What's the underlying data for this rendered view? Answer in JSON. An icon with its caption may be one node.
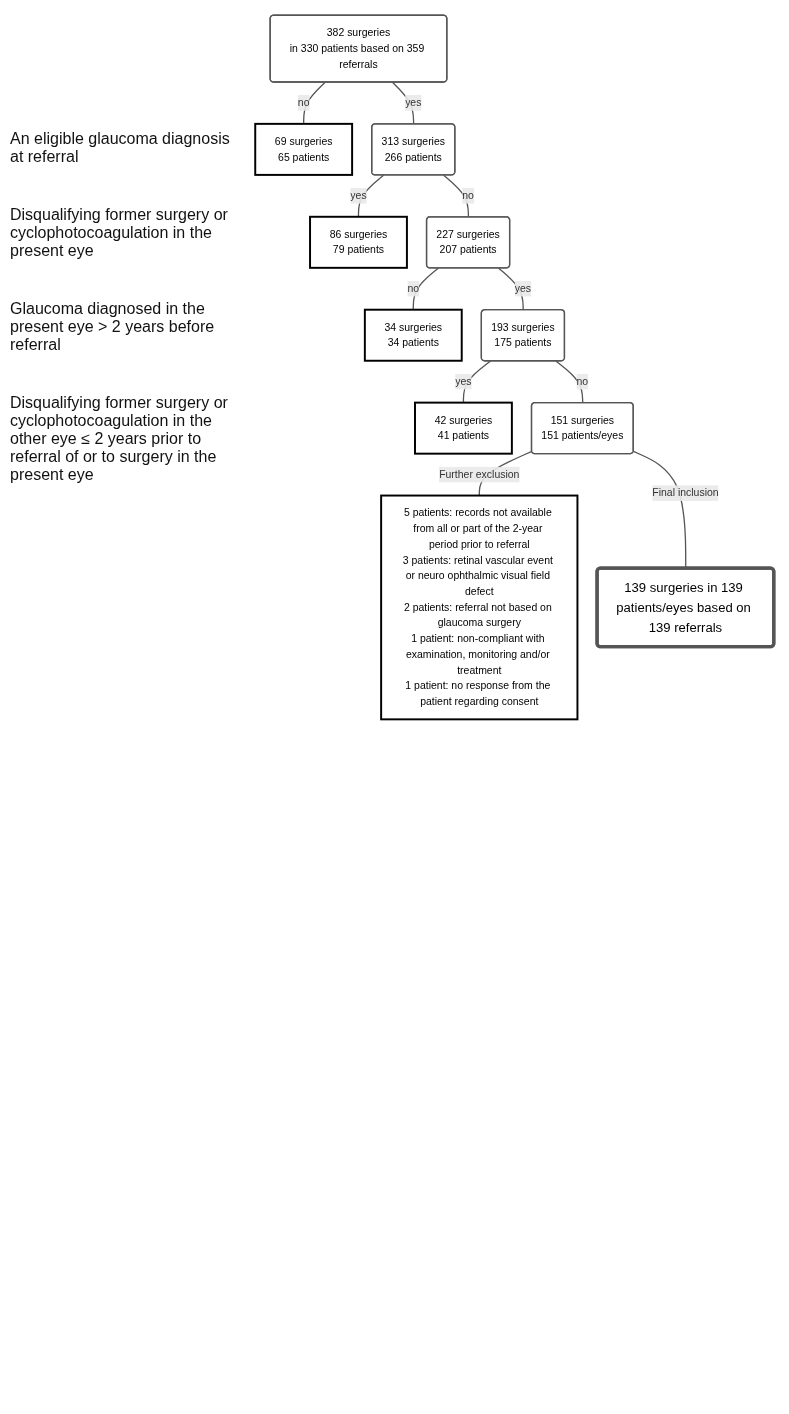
{
  "diagram": {
    "nodes": [
      {
        "text": [
          "382 surgeries",
          "in 330 patients based on 359 referrals"
        ]
      },
      {
        "text": [
          "69 surgeries",
          "65 patients"
        ]
      },
      {
        "text": [
          "313 surgeries",
          "266 patients"
        ]
      },
      {
        "text": [
          "86 surgeries",
          "79 patients"
        ]
      },
      {
        "text": [
          "227 surgeries",
          "207 patients"
        ]
      },
      {
        "text": [
          "34 surgeries",
          "34 patients"
        ]
      },
      {
        "text": [
          "193 surgeries",
          "175 patients"
        ]
      },
      {
        "text": [
          "42 surgeries",
          "41 patients"
        ]
      },
      {
        "text": [
          "151 surgeries",
          "151 patients/eyes"
        ]
      },
      {
        "text": [
          "5 patients: records not available from all or part of the 2-year period prior to referral",
          "3 patients: retinal vascular event or neuro ophthalmic visual field defect",
          "2 patients: referral not based on glaucoma surgery",
          "1 patient: non-compliant with examination, monitoring and/or treatment",
          "1 patient: no response from the patient regarding consent"
        ]
      },
      {
        "text": [
          "139 surgeries in 139 patients/eyes based on 139 referrals"
        ]
      }
    ],
    "edges": [
      {
        "from": 0,
        "to": 1,
        "arrow": "none",
        "label": "no"
      },
      {
        "from": 0,
        "to": 2,
        "arrow": "none",
        "label": "yes"
      },
      {
        "from": 2,
        "to": 3,
        "arrow": "none",
        "label": "yes"
      },
      {
        "from": 2,
        "to": 4,
        "arrow": "none",
        "label": "no"
      },
      {
        "from": 4,
        "to": 5,
        "arrow": "none",
        "label": "no"
      },
      {
        "from": 4,
        "to": 6,
        "arrow": "none",
        "label": "yes"
      },
      {
        "from": 6,
        "to": 7,
        "arrow": "none",
        "label": "yes"
      },
      {
        "from": 6,
        "to": 8,
        "arrow": "none",
        "label": "no"
      },
      {
        "from": 8,
        "to": 9,
        "arrow": "none",
        "label": "Further exclusion"
      },
      {
        "from": 8,
        "to": 10,
        "arrow": "none",
        "label": "Final inclusion"
      }
    ],
    "labels": [
      "An eligible glaucoma diagnosis at referral",
      "Disqualifying former surgery or cyclophotocoagulation in the present eye",
      "Glaucoma diagnosed in the present eye > 2 years before referral",
      "Disqualifying former surgery or cyclophotocoagulation in the other eye ≤ 2 years prior to referral of or to surgery in the present eye"
    ]
  }
}
